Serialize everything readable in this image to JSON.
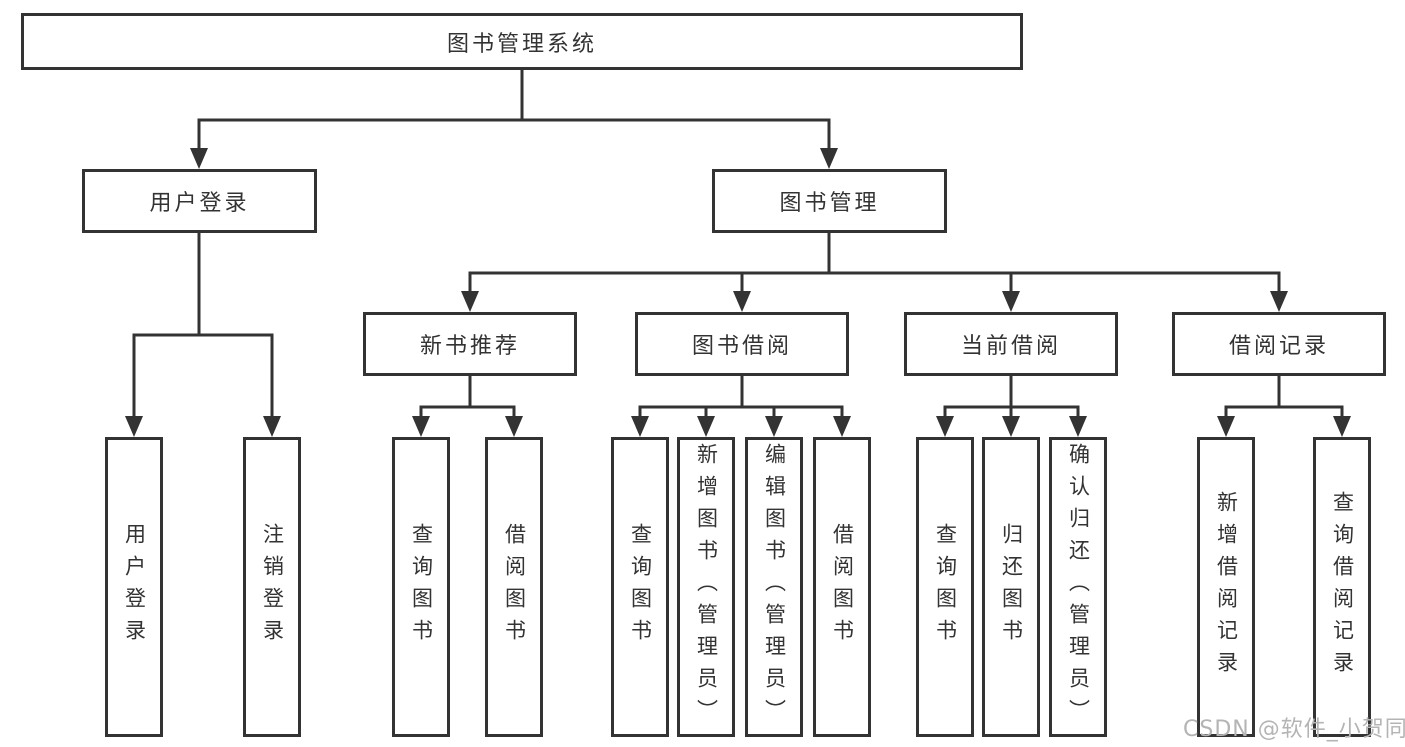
{
  "colors": {
    "background": "#ffffff",
    "line": "#333333",
    "text": "#333333",
    "watermark": "#b4b4b4"
  },
  "watermark": {
    "text": "CSDN @软件_小贺同学"
  },
  "tree": {
    "root": {
      "label": "图书管理系统",
      "children": [
        {
          "label": "用户登录",
          "children": [
            {
              "label": "用户登录"
            },
            {
              "label": "注销登录"
            }
          ]
        },
        {
          "label": "图书管理",
          "children": [
            {
              "label": "新书推荐",
              "children": [
                {
                  "label": "查询图书"
                },
                {
                  "label": "借阅图书"
                }
              ]
            },
            {
              "label": "图书借阅",
              "children": [
                {
                  "label": "查询图书"
                },
                {
                  "label": "新增图书（管理员）"
                },
                {
                  "label": "编辑图书（管理员）"
                },
                {
                  "label": "借阅图书"
                }
              ]
            },
            {
              "label": "当前借阅",
              "children": [
                {
                  "label": "查询图书"
                },
                {
                  "label": "归还图书"
                },
                {
                  "label": "确认归还（管理员）"
                }
              ]
            },
            {
              "label": "借阅记录",
              "children": [
                {
                  "label": "新增借阅记录"
                },
                {
                  "label": "查询借阅记录"
                }
              ]
            }
          ]
        }
      ]
    }
  }
}
